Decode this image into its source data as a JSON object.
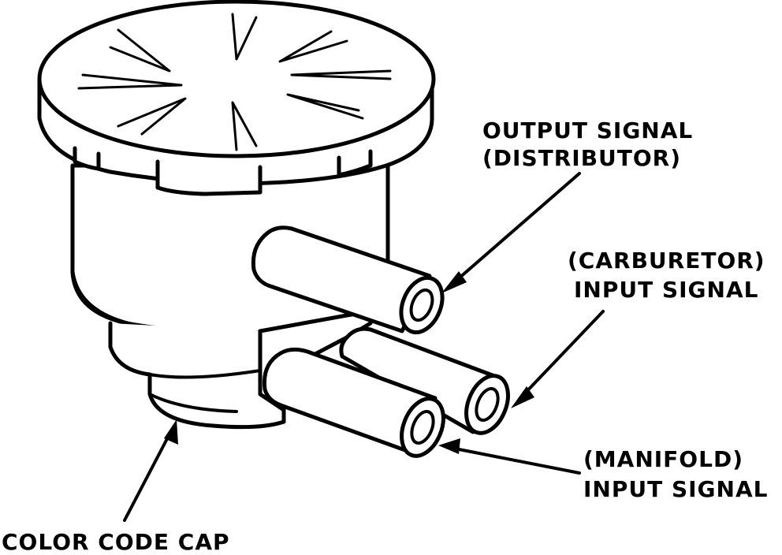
{
  "labels": {
    "output_line1": "OUTPUT SIGNAL",
    "output_line2": "(DISTRIBUTOR)",
    "carb_line1": "(CARBURETOR)",
    "carb_line2": "INPUT SIGNAL",
    "manifold_line1": "(MANIFOLD)",
    "manifold_line2": "INPUT SIGNAL",
    "color_code": "COLOR CODE CAP"
  },
  "colors": {
    "ink": "#000000",
    "paper": "#ffffff"
  }
}
